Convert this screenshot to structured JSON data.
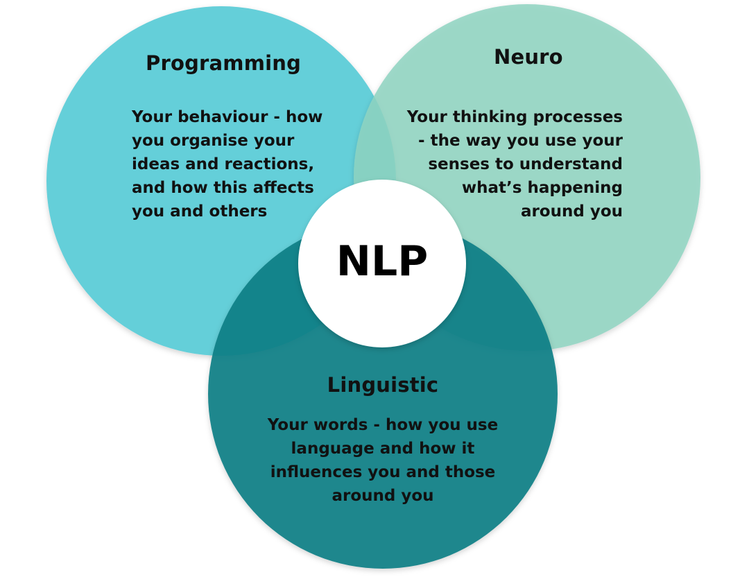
{
  "colors": {
    "programming": "#5ecdd8",
    "neuro": "#8fd4c0",
    "linguistic": "#1c8a8f",
    "center": "#ffffff",
    "text": "#111111"
  },
  "center": {
    "label": "NLP"
  },
  "sets": [
    {
      "id": "programming",
      "title": "Programming",
      "lines": [
        "Your behaviour - how",
        "you organise your",
        "ideas and reactions,",
        "and how this affects",
        "you and others"
      ]
    },
    {
      "id": "neuro",
      "title": "Neuro",
      "lines": [
        "Your thinking processes",
        "- the way you use your",
        "senses to understand",
        "what’s happening",
        "around you"
      ]
    },
    {
      "id": "linguistic",
      "title": "Linguistic",
      "lines": [
        "Your words - how you use",
        "language and how it",
        "influences you and those",
        "around you"
      ]
    }
  ]
}
